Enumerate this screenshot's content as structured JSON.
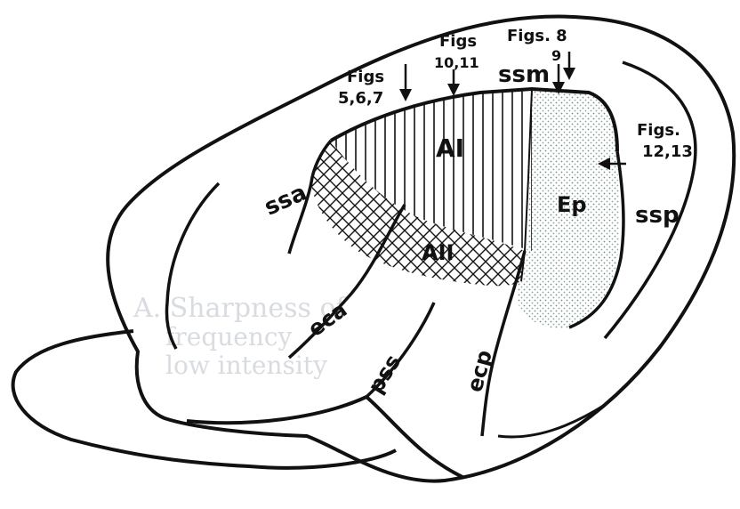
{
  "fig_labels": {
    "figs_5_6_7_top": "Figs",
    "figs_5_6_7_bottom": "5,6,7",
    "figs_10_11_top": "Figs",
    "figs_10_11_bottom": "10,11",
    "figs_8_9_top": "Figs. 8",
    "figs_8_9_bottom": "9",
    "figs_12_13_top": "Figs.",
    "figs_12_13_bottom": "12,13"
  },
  "area_labels": {
    "AI": "AI",
    "AII": "AII",
    "Ep": "Ep"
  },
  "sulcus_labels": {
    "ssm": "ssm",
    "ssa": "ssa",
    "ssp": "ssp",
    "eca": "eca",
    "ecp": "ecp",
    "pss": "pss"
  },
  "bleed_text": {
    "line1": "A. Sharpness of",
    "line2": "frequency",
    "line3": "low intensity"
  },
  "colors": {
    "ink": "#111111",
    "stipple": "#6f8f86",
    "ghost": "#b9bec8"
  }
}
